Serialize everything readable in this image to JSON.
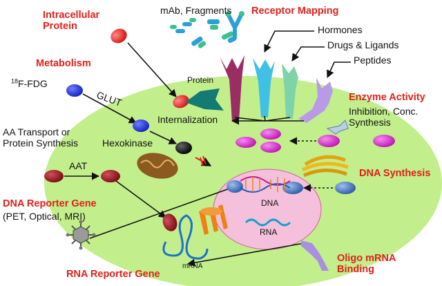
{
  "labels": {
    "intracellular_protein": "Intracellular\nProtein",
    "metabolism": "Metabolism",
    "fdg_isotope": "18",
    "fdg_compound": "F-FDG",
    "glut": "GLUT",
    "aa_transport": "AA Transport or\nProtein Synthesis",
    "hexokinase": "Hexokinase",
    "aat": "AAT",
    "dna_reporter_gene": "DNA Reporter Gene",
    "dna_reporter_modalities": "(PET, Optical, MRI)",
    "rna_reporter_gene": "RNA Reporter Gene",
    "mab_fragments": "mAb, Fragments",
    "receptor_mapping": "Receptor Mapping",
    "hormones": "Hormones",
    "drugs_ligands": "Drugs & Ligands",
    "peptides": "Peptides",
    "protein": "Protein",
    "internalization": "Internalization",
    "enzyme_activity": "Enzyme Activity",
    "enzyme_detail": "Inhibition, Conc.\nSynthesis",
    "dna_synthesis": "DNA Synthesis",
    "dna": "DNA",
    "rna": "RNA",
    "mrna": "mRNA",
    "oligo_mrna_binding": "Oligo mRNA\nBinding"
  },
  "colors": {
    "cell": "#c2ee8c",
    "nucleus": "#f5c0dc",
    "title_red": "#e0201b",
    "probe_blue": "#1a2fd6",
    "probe_red": "#e81c1c",
    "probe_darkred": "#9c1020",
    "probe_magenta": "#d81fc8",
    "probe_steelblue": "#3a6fc2",
    "probe_black": "#111111"
  }
}
